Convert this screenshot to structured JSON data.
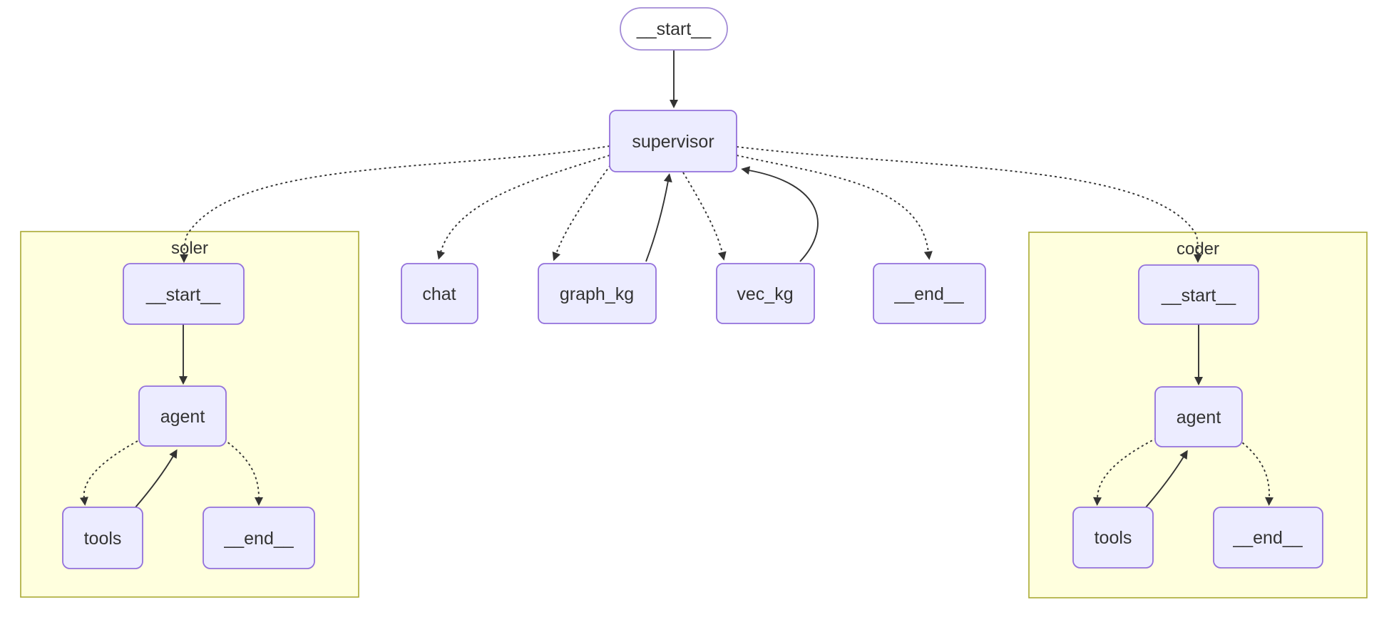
{
  "diagram": {
    "kind": "state-graph",
    "orientation": "top-down",
    "colors": {
      "node_fill": "#ECECFF",
      "node_border": "#9370DB",
      "start_pill_fill": "#FFFFFF",
      "cluster_fill": "#FFFFDE",
      "cluster_border": "#AAAA33",
      "edge": "#333333",
      "text": "#333333",
      "background": "#FFFFFF"
    },
    "nodes": {
      "start_top": {
        "label": "__start__",
        "shape": "stadium"
      },
      "supervisor": {
        "label": "supervisor",
        "shape": "rect"
      },
      "chat": {
        "label": "chat",
        "shape": "rect"
      },
      "graph_kg": {
        "label": "graph_kg",
        "shape": "rect"
      },
      "vec_kg": {
        "label": "vec_kg",
        "shape": "rect"
      },
      "end_mid": {
        "label": "__end__",
        "shape": "rect"
      }
    },
    "subgraphs": {
      "soler": {
        "label": "soler",
        "nodes": {
          "start": {
            "label": "__start__",
            "shape": "rect"
          },
          "agent": {
            "label": "agent",
            "shape": "rect"
          },
          "tools": {
            "label": "tools",
            "shape": "rect"
          },
          "end": {
            "label": "__end__",
            "shape": "rect"
          }
        }
      },
      "coder": {
        "label": "coder",
        "nodes": {
          "start": {
            "label": "__start__",
            "shape": "rect"
          },
          "agent": {
            "label": "agent",
            "shape": "rect"
          },
          "tools": {
            "label": "tools",
            "shape": "rect"
          },
          "end": {
            "label": "__end__",
            "shape": "rect"
          }
        }
      }
    },
    "edges": [
      {
        "from": "__start__",
        "to": "supervisor",
        "style": "solid"
      },
      {
        "from": "supervisor",
        "to": "soler.__start__",
        "style": "dashed"
      },
      {
        "from": "supervisor",
        "to": "chat",
        "style": "dashed"
      },
      {
        "from": "supervisor",
        "to": "graph_kg",
        "style": "dashed"
      },
      {
        "from": "graph_kg",
        "to": "supervisor",
        "style": "solid"
      },
      {
        "from": "supervisor",
        "to": "vec_kg",
        "style": "dashed"
      },
      {
        "from": "vec_kg",
        "to": "supervisor",
        "style": "solid"
      },
      {
        "from": "supervisor",
        "to": "__end__",
        "style": "dashed"
      },
      {
        "from": "supervisor",
        "to": "coder.__start__",
        "style": "dashed"
      },
      {
        "from": "soler.__start__",
        "to": "soler.agent",
        "style": "solid"
      },
      {
        "from": "soler.agent",
        "to": "soler.tools",
        "style": "dashed"
      },
      {
        "from": "soler.tools",
        "to": "soler.agent",
        "style": "solid"
      },
      {
        "from": "soler.agent",
        "to": "soler.__end__",
        "style": "dashed"
      },
      {
        "from": "coder.__start__",
        "to": "coder.agent",
        "style": "solid"
      },
      {
        "from": "coder.agent",
        "to": "coder.tools",
        "style": "dashed"
      },
      {
        "from": "coder.tools",
        "to": "coder.agent",
        "style": "solid"
      },
      {
        "from": "coder.agent",
        "to": "coder.__end__",
        "style": "dashed"
      }
    ]
  }
}
